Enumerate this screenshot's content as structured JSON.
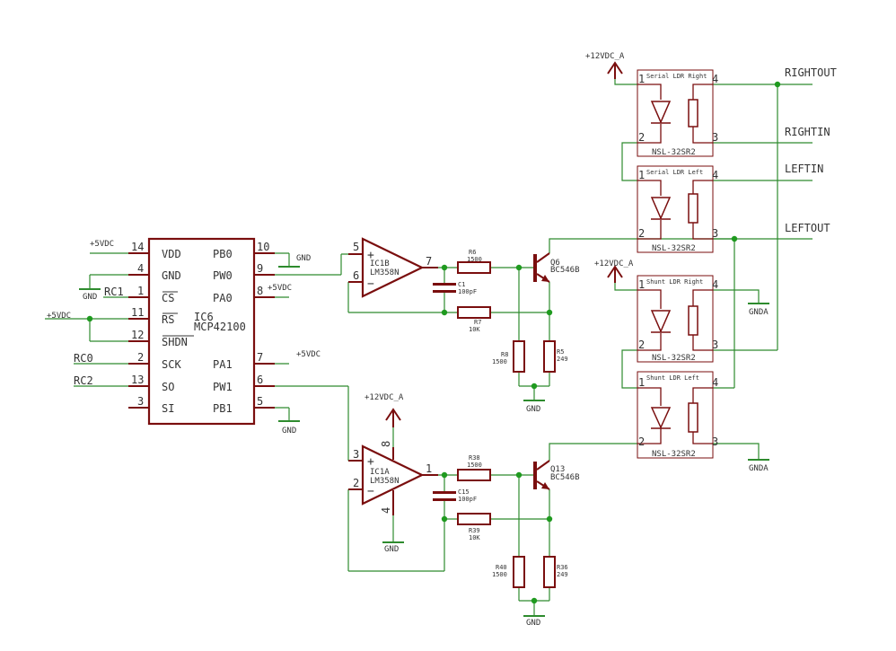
{
  "ic6": {
    "ref": "IC6",
    "part": "MCP42100",
    "pins_left": [
      {
        "num": "14",
        "name": "VDD"
      },
      {
        "num": "4",
        "name": "GND"
      },
      {
        "num": "1",
        "name": "CS"
      },
      {
        "num": "11",
        "name": "RS"
      },
      {
        "num": "12",
        "name": "SHDN"
      },
      {
        "num": "2",
        "name": "SCK"
      },
      {
        "num": "13",
        "name": "SO"
      },
      {
        "num": "3",
        "name": "SI"
      }
    ],
    "pins_right": [
      {
        "num": "10",
        "name": "PB0"
      },
      {
        "num": "9",
        "name": "PW0"
      },
      {
        "num": "8",
        "name": "PA0"
      },
      {
        "num": "7",
        "name": "PA1"
      },
      {
        "num": "6",
        "name": "PW1"
      },
      {
        "num": "5",
        "name": "PB1"
      }
    ]
  },
  "net": {
    "p5v_a": "+5VDC",
    "gnd_a": "GND",
    "rc1": "RC1",
    "p5v_b": "+5VDC",
    "rc0": "RC0",
    "rc2": "RC2",
    "gnd_pb0": "GND",
    "p5v_pa0": "+5VDC",
    "p5v_pa1": "+5VDC",
    "gnd_pb1": "GND",
    "p12v_ic1": "+12VDC_A",
    "gnd_ic1": "GND",
    "gnd_top": "GND",
    "gnd_bot": "GND",
    "p12v_top": "+12VDC_A",
    "p12v_mid": "+12VDC_A",
    "gnda_1": "GNDA",
    "gnda_2": "GNDA",
    "rightout": "RIGHTOUT",
    "rightin": "RIGHTIN",
    "leftin": "LEFTIN",
    "leftout": "LEFTOUT"
  },
  "ic1b": {
    "ref": "IC1B",
    "part": "LM358N",
    "pin_plus": "5",
    "pin_minus": "6",
    "pin_out": "7"
  },
  "ic1a": {
    "ref": "IC1A",
    "part": "LM358N",
    "pin_plus": "3",
    "pin_minus": "2",
    "pin_out": "1",
    "pin_vcc": "8",
    "pin_gnd": "4"
  },
  "top_stage": {
    "r6": {
      "ref": "R6",
      "value": "1500"
    },
    "c1": {
      "ref": "C1",
      "value": "100pF"
    },
    "r7": {
      "ref": "R7",
      "value": "10K"
    },
    "r8": {
      "ref": "R8",
      "value": "1500"
    },
    "r5": {
      "ref": "R5",
      "value": "249"
    },
    "q6": {
      "ref": "Q6",
      "part": "BC546B"
    }
  },
  "bottom_stage": {
    "r38": {
      "ref": "R38",
      "value": "1500"
    },
    "c15": {
      "ref": "C15",
      "value": "100pF"
    },
    "r39": {
      "ref": "R39",
      "value": "10K"
    },
    "r40": {
      "ref": "R40",
      "value": "1500"
    },
    "r36": {
      "ref": "R36",
      "value": "249"
    },
    "q13": {
      "ref": "Q13",
      "part": "BC546B"
    }
  },
  "ldr": [
    {
      "title": "Serial LDR Right",
      "part": "NSL-32SR2"
    },
    {
      "title": "Serial LDR Left",
      "part": "NSL-32SR2"
    },
    {
      "title": "Shunt LDR Right",
      "part": "NSL-32SR2"
    },
    {
      "title": "Shunt LDR Left",
      "part": "NSL-32SR2"
    }
  ],
  "ldr_pins": {
    "p1": "1",
    "p2": "2",
    "p3": "3",
    "p4": "4"
  }
}
